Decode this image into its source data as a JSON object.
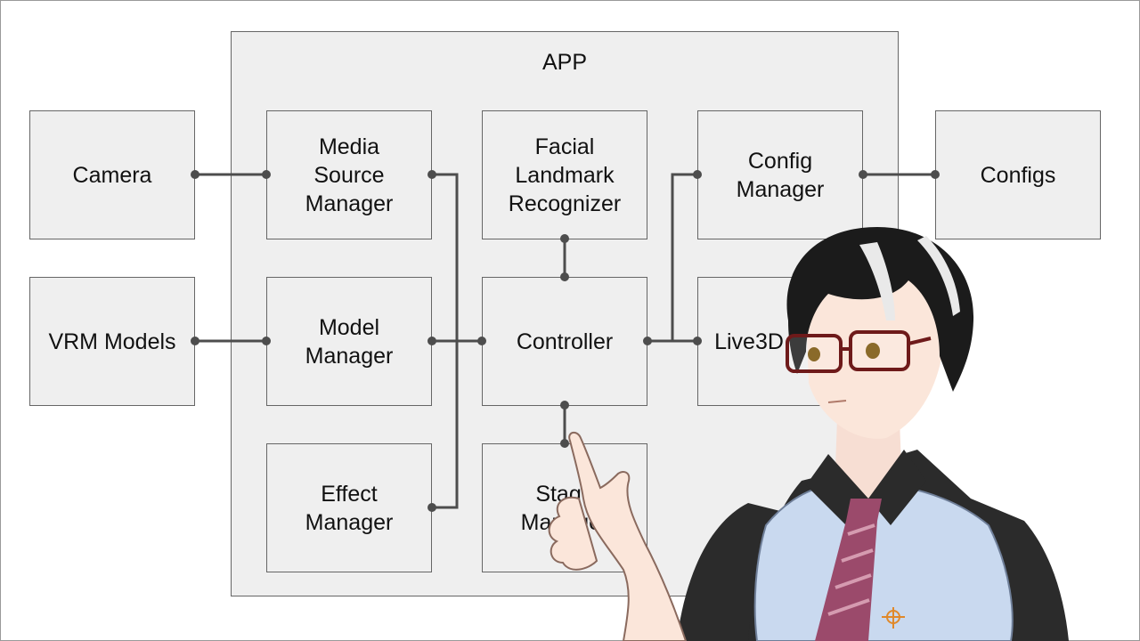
{
  "diagram": {
    "app_label": "APP",
    "external": {
      "camera": "Camera",
      "vrm_models": "VRM Models",
      "configs": "Configs"
    },
    "components": {
      "media_source_manager": "Media\nSource\nManager",
      "facial_landmark_recognizer": "Facial\nLandmark\nRecognizer",
      "config_manager": "Config\nManager",
      "model_manager": "Model\nManager",
      "controller": "Controller",
      "live3d": "Live3D",
      "effect_manager": "Effect\nManager",
      "stage_manager": "Stage\nManager"
    }
  },
  "colors": {
    "box_fill": "#efefef",
    "box_border": "#666666",
    "wire": "#4d4d4d",
    "vest": "#c9d9ef",
    "shirt": "#2b2b2b",
    "tie": "#9b4a6b",
    "hair": "#1b1b1b"
  }
}
